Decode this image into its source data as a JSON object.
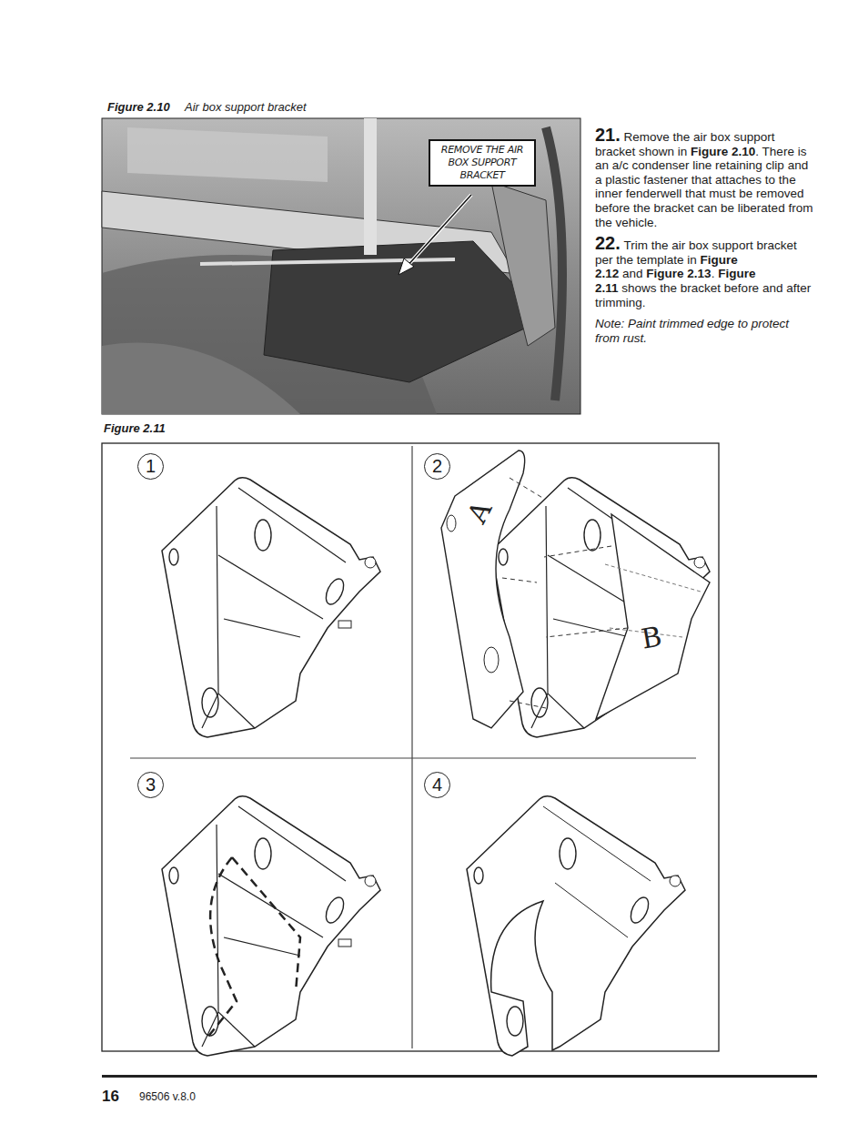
{
  "diagram": {
    "nodes": [
      {
        "text": [
          "REMOVE THE AIR BOX SUPPORT BRACKET"
        ]
      },
      {
        "text": [
          "1"
        ]
      },
      {
        "text": [
          "2"
        ]
      },
      {
        "text": [
          "3"
        ]
      },
      {
        "text": [
          "4"
        ]
      }
    ],
    "labels": [
      "Figure 2.10",
      "Air box support bracket",
      "21.",
      "Remove the air box support bracket shown in",
      "Figure 2.10",
      ". There is an a/c condenser line retaining clip and a plastic fastener that attaches to the inner fenderwell that must be removed before the bracket can be liberated from the vehicle.",
      "22.",
      "Trim the air box support bracket per the template in",
      "Figure 2.12",
      "and",
      "Figure 2.13",
      ".",
      "Figure 2.11",
      "shows the bracket before and after trimming.",
      "Note: Paint trimmed edge to protect from rust.",
      "Figure 2.11",
      "A",
      "B",
      "16",
      "96506 v.8.0"
    ]
  }
}
